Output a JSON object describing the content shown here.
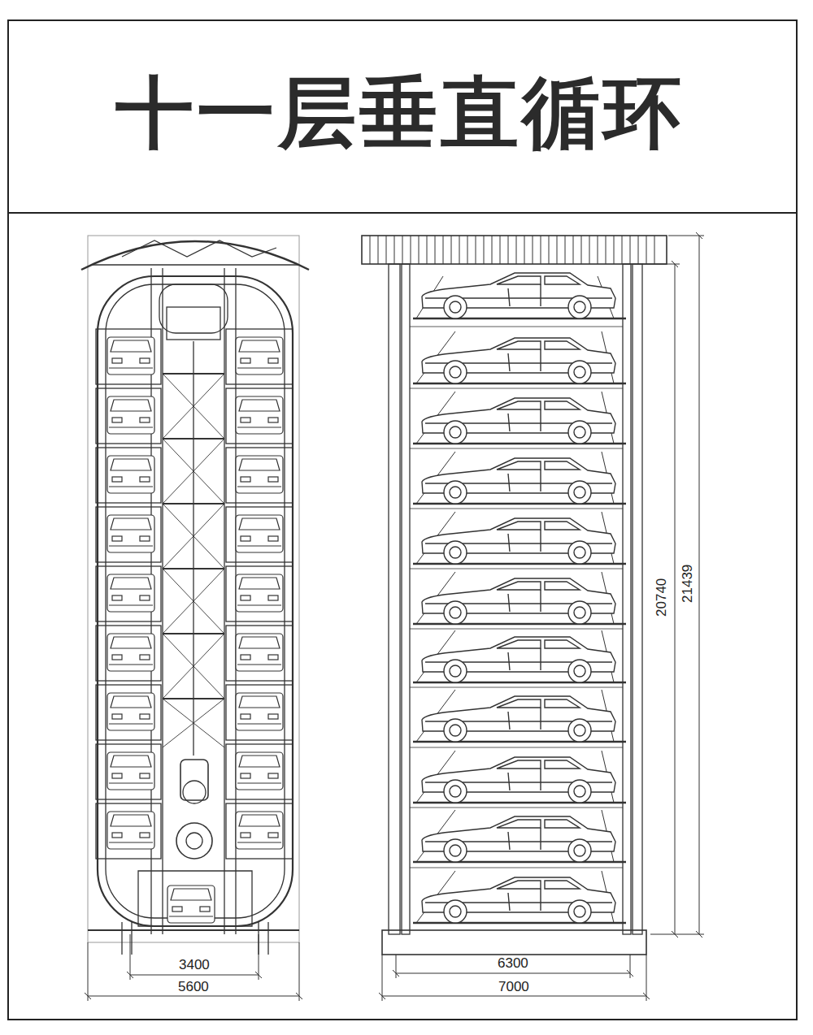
{
  "diagram": {
    "title": "十一层垂直循环",
    "labels": [
      "3400",
      "5600",
      "6300",
      "7000",
      "20740",
      "21439"
    ]
  }
}
